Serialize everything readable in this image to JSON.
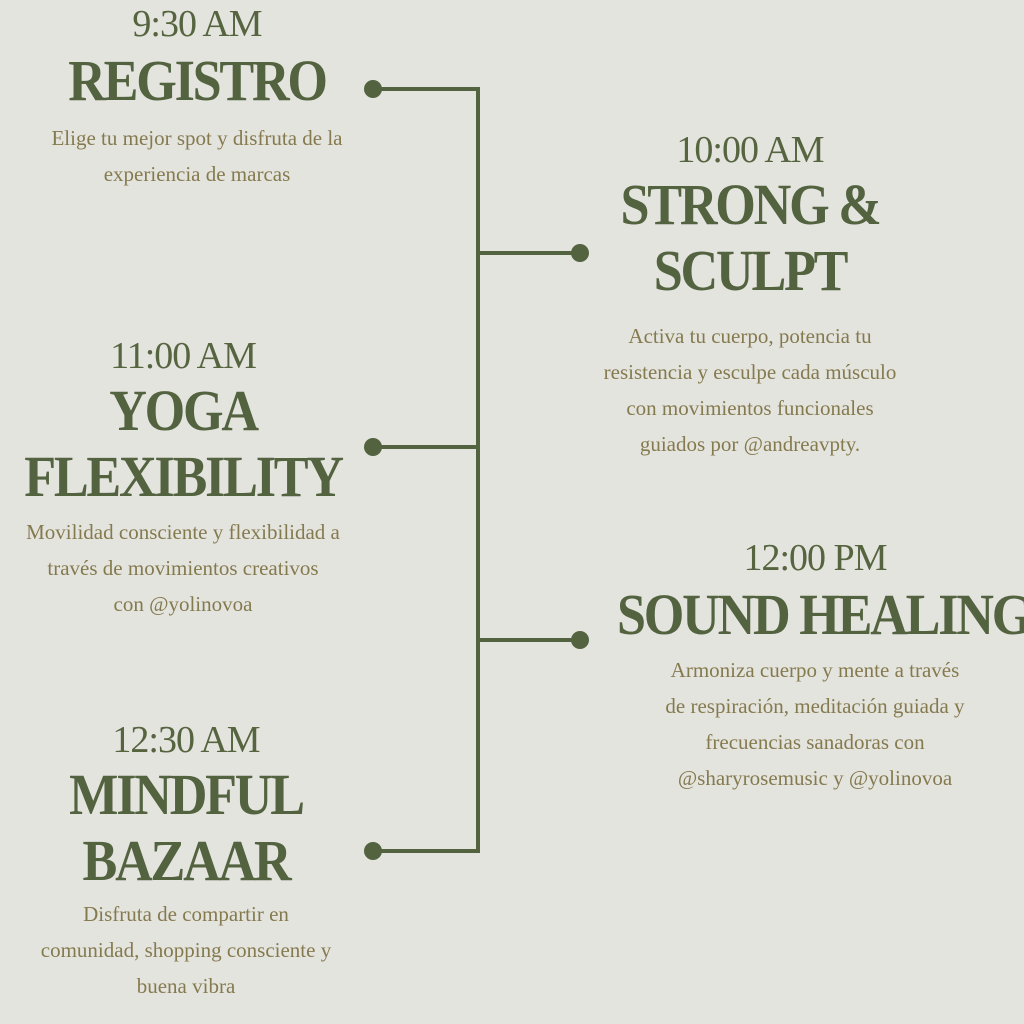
{
  "colors": {
    "background": "#e4e4df",
    "accent": "#536340",
    "description": "#857a4e"
  },
  "events": [
    {
      "time": "9:30 AM",
      "title": "REGISTRO",
      "description": "Elige tu mejor spot y disfruta de la\nexperiencia de marcas"
    },
    {
      "time": "10:00 AM",
      "title": "STRONG &\nSCULPT",
      "description": "Activa tu cuerpo, potencia tu\nresistencia y esculpe cada músculo\ncon movimientos funcionales\nguiados por @andreavpty."
    },
    {
      "time": "11:00 AM",
      "title": "YOGA\nFLEXIBILITY",
      "description": "Movilidad consciente y flexibilidad a\ntravés de movimientos creativos\ncon @yolinovoa"
    },
    {
      "time": "12:00 PM",
      "title": "SOUND HEALING",
      "description": "Armoniza cuerpo y mente a través\nde respiración, meditación guiada y\nfrecuencias sanadoras con\n@sharyrosemusic y @yolinovoa"
    },
    {
      "time": "12:30 AM",
      "title": "MINDFUL\nBAZAAR",
      "description": "Disfruta de compartir en\ncomunidad, shopping consciente y\nbuena vibra"
    }
  ]
}
